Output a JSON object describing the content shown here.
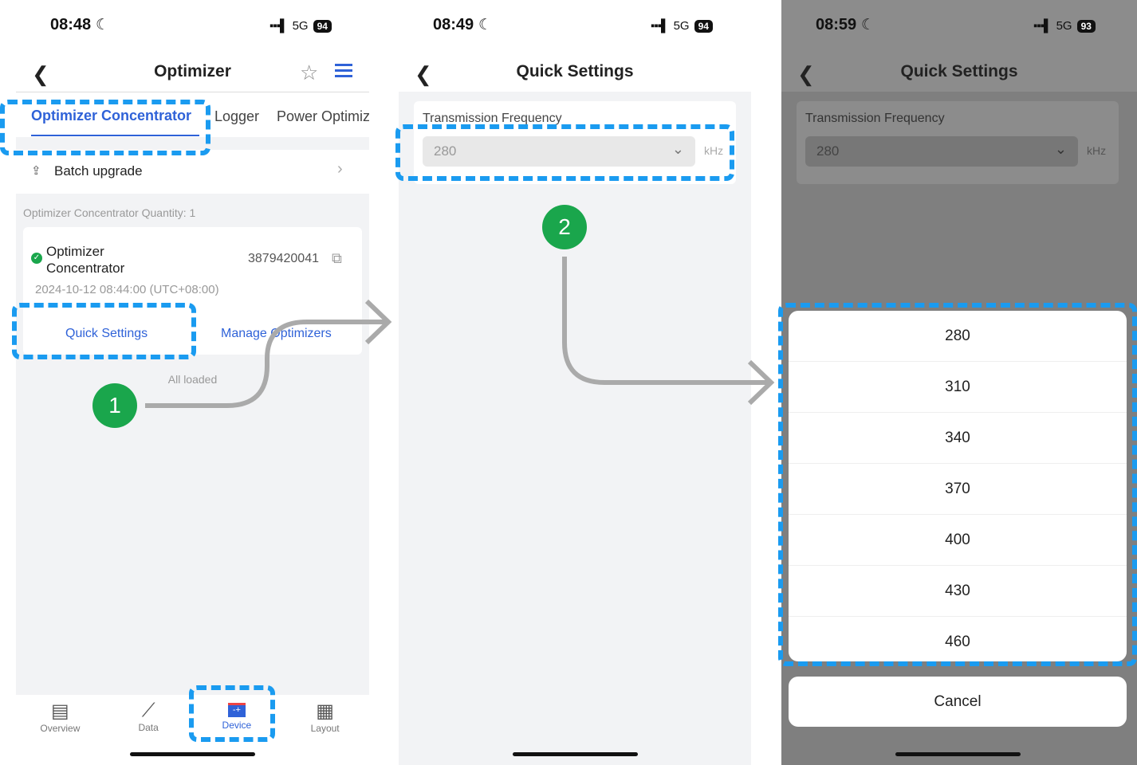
{
  "screen1": {
    "time": "08:48",
    "network": "5G",
    "battery": "94",
    "title": "Optimizer",
    "tabs": [
      "Optimizer Concentrator",
      "Logger",
      "Power Optimiz"
    ],
    "batch_upgrade": "Batch upgrade",
    "quantity_label": "Optimizer Concentrator Quantity: 1",
    "device": {
      "name_line1": "Optimizer",
      "name_line2": "Concentrator",
      "serial": "3879420041",
      "timestamp": "2024-10-12 08:44:00 (UTC+08:00)"
    },
    "actions": {
      "quick_settings": "Quick Settings",
      "manage_optimizers": "Manage Optimizers"
    },
    "all_loaded": "All loaded",
    "nav": [
      "Overview",
      "Data",
      "Device",
      "Layout"
    ]
  },
  "screen2": {
    "time": "08:49",
    "network": "5G",
    "battery": "94",
    "title": "Quick Settings",
    "field_label": "Transmission Frequency",
    "value": "280",
    "unit": "kHz"
  },
  "screen3": {
    "time": "08:59",
    "network": "5G",
    "battery": "93",
    "title": "Quick Settings",
    "field_label": "Transmission Frequency",
    "value": "280",
    "unit": "kHz",
    "options": [
      "280",
      "310",
      "340",
      "370",
      "400",
      "430",
      "460"
    ],
    "cancel": "Cancel"
  },
  "steps": [
    "1",
    "2"
  ],
  "colors": {
    "accent": "#2f62d8",
    "annotation": "#1a9bf0",
    "step": "#1aa64c"
  }
}
